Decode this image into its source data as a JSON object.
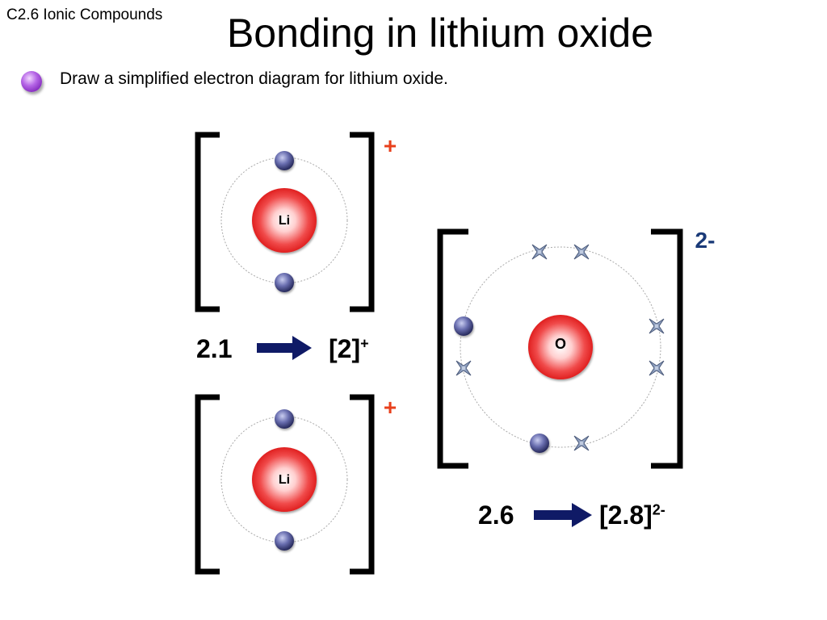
{
  "slide": {
    "topic": "C2.6  Ionic Compounds",
    "title": "Bonding in lithium oxide",
    "instruction": "Draw a simplified electron diagram for lithium oxide."
  },
  "ions": {
    "li1": {
      "symbol": "Li",
      "charge": "+"
    },
    "li2": {
      "symbol": "Li",
      "charge": "+"
    },
    "o": {
      "symbol": "O",
      "charge": "2-"
    }
  },
  "configs": {
    "li_before": "2.1",
    "li_after_base": "[2]",
    "li_after_sup": "+",
    "o_before": "2.6",
    "o_after_base": "[2.8]",
    "o_after_sup": "2-"
  },
  "colors": {
    "li_charge": "#e8401c",
    "o_charge": "#1a3a78",
    "arrow": "#0f1a66",
    "nucleus": "#e8262b",
    "electron": "#3b3f7a",
    "cross": "#7a8fb0"
  }
}
